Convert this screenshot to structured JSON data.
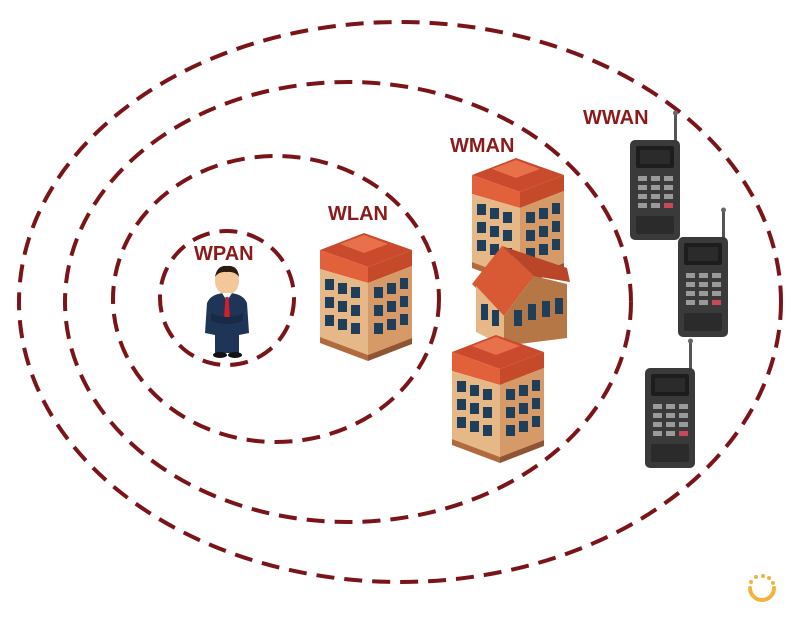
{
  "colors": {
    "ring": "#7a1418",
    "label": "#8b1a1a",
    "roof": "#e2603a",
    "wall": "#e7b887",
    "window": "#1f3e5a",
    "phone": "#3a3a3a",
    "suit": "#1f3557",
    "tie": "#d41f2b",
    "spinner": "#f2b33d"
  },
  "network_ranges": [
    {
      "label": "WPAN",
      "icon": "person-icon"
    },
    {
      "label": "WLAN",
      "icon": "building-icon"
    },
    {
      "label": "WMAN",
      "icon": "building-icon"
    },
    {
      "label": "WWAN",
      "icon": "cell-phone-icon"
    }
  ],
  "watermark": {
    "icon": "loading-spinner-icon"
  }
}
